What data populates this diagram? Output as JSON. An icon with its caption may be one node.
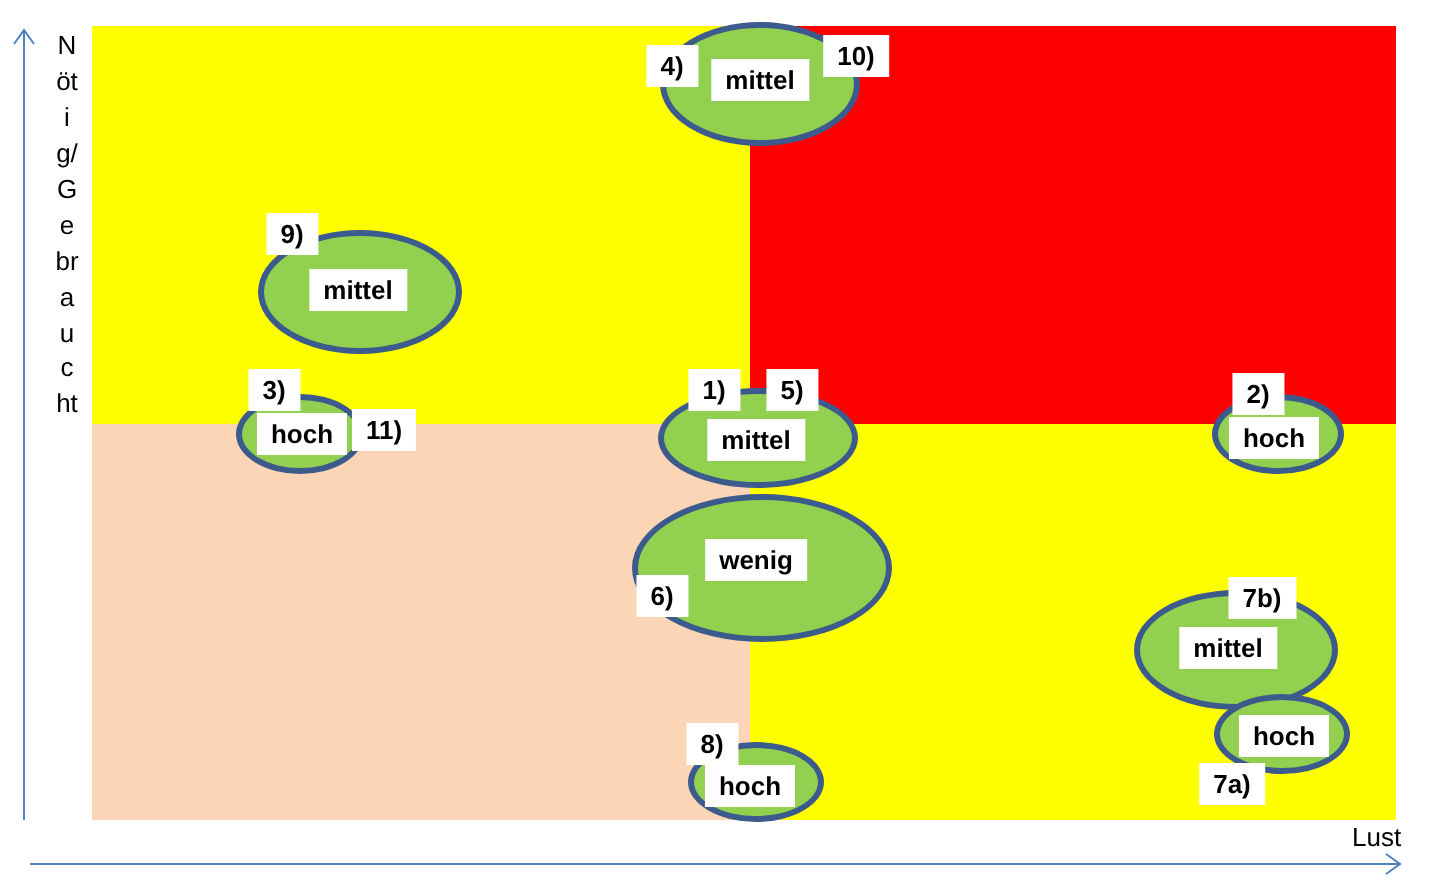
{
  "diagram": {
    "nodes": [
      {
        "text": [
          "4)",
          "mittel",
          "10)"
        ]
      },
      {
        "text": [
          "9)",
          "mittel"
        ]
      },
      {
        "text": [
          "3)",
          "hoch",
          "11)"
        ]
      },
      {
        "text": [
          "1)",
          "5)",
          "mittel"
        ]
      },
      {
        "text": [
          "2)",
          "hoch"
        ]
      },
      {
        "text": [
          "wenig",
          "6)"
        ]
      },
      {
        "text": [
          "7b)",
          "mittel"
        ]
      },
      {
        "text": [
          "hoch",
          "7a)"
        ]
      },
      {
        "text": [
          "8)",
          "hoch"
        ]
      }
    ],
    "labels": [
      "Nötig/Gebraucht",
      "Lust"
    ]
  }
}
